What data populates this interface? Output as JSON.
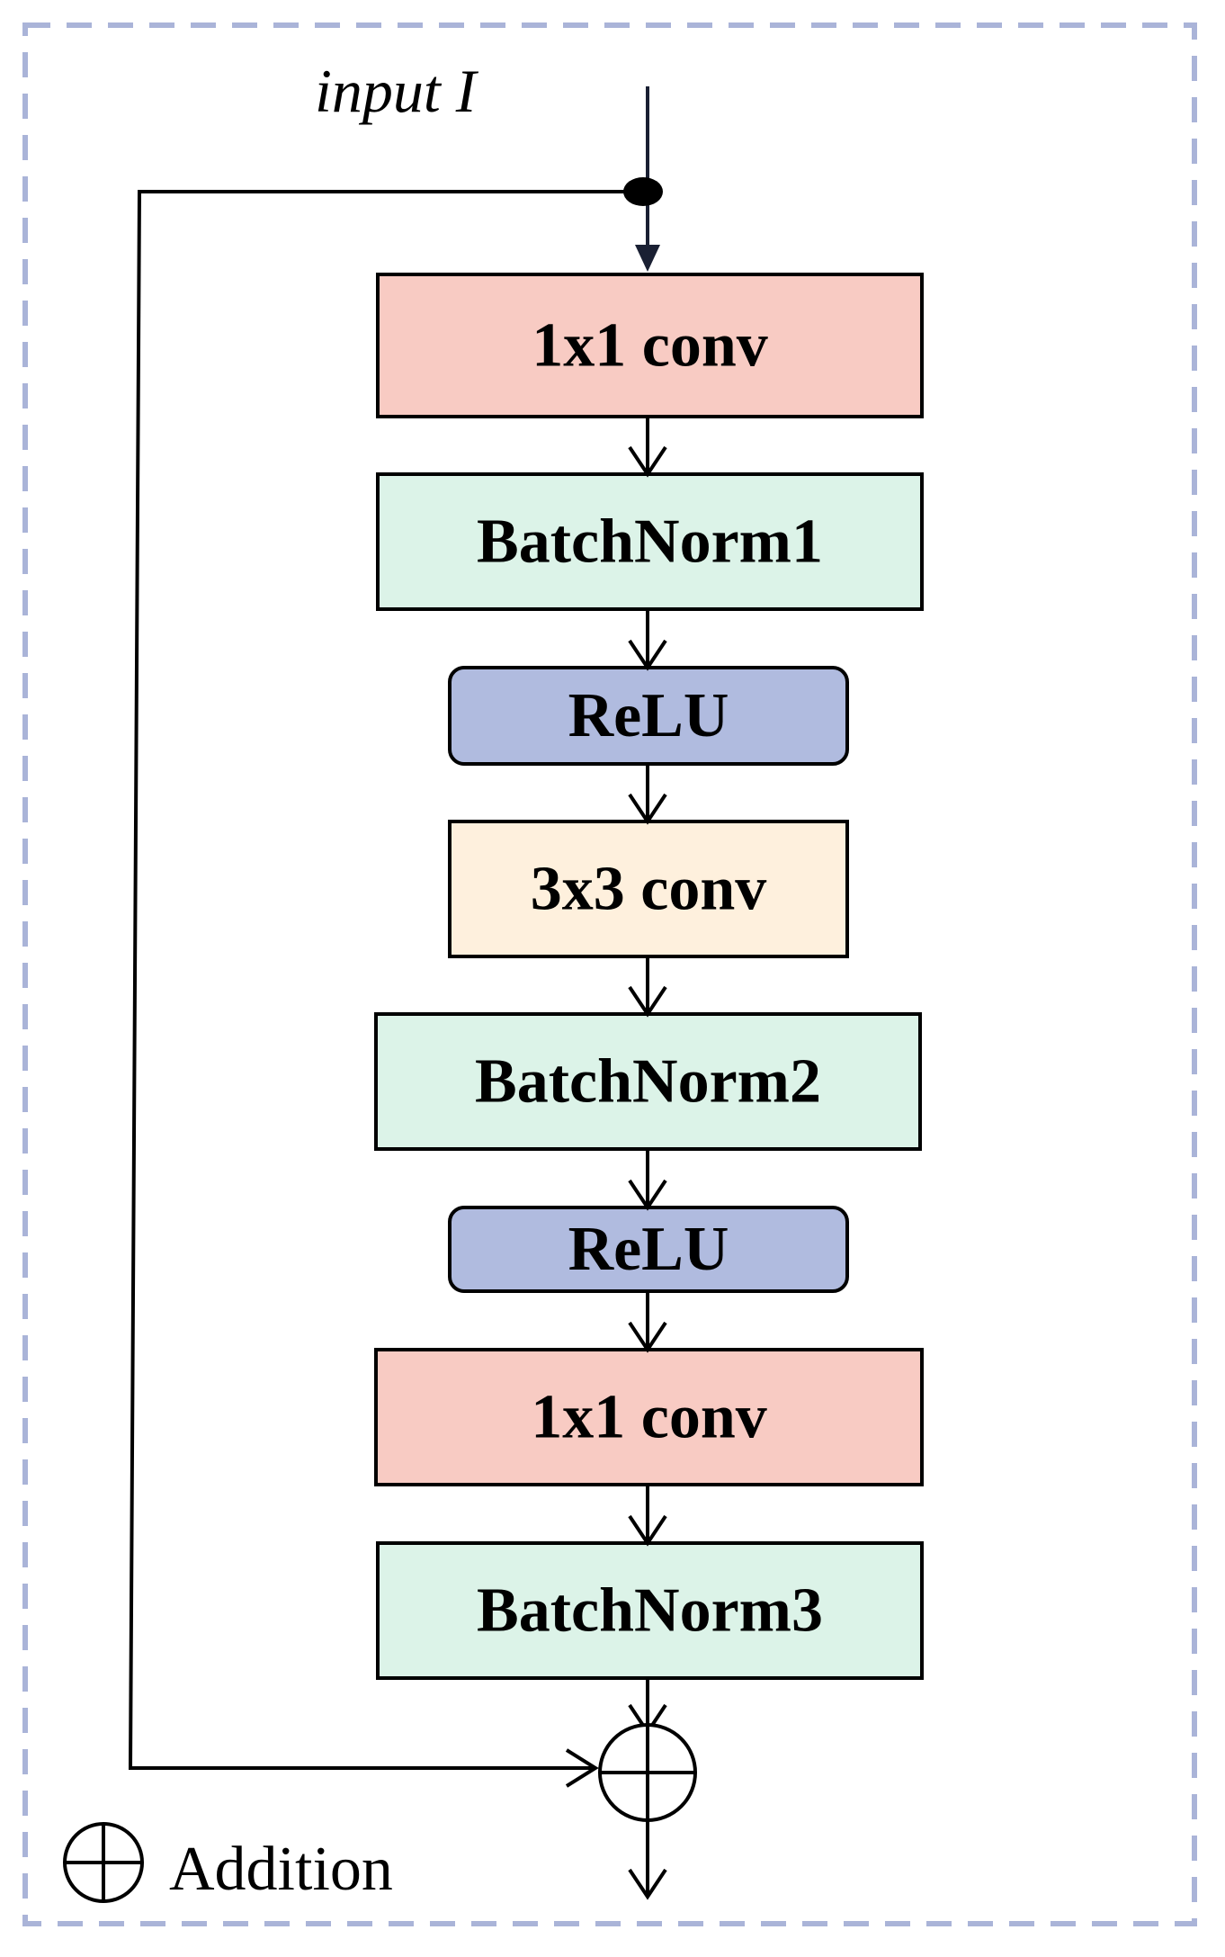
{
  "diagram": {
    "input_label": "input I",
    "legend_label": "Addition",
    "blocks": [
      {
        "label": "1x1 conv",
        "color": "#f8cbc3",
        "shape": "rect"
      },
      {
        "label": "BatchNorm1",
        "color": "#dcf3e8",
        "shape": "rect"
      },
      {
        "label": "ReLU",
        "color": "#b0bbdf",
        "shape": "rounded"
      },
      {
        "label": "3x3 conv",
        "color": "#fef0dd",
        "shape": "rect"
      },
      {
        "label": "BatchNorm2",
        "color": "#dcf3e8",
        "shape": "rect"
      },
      {
        "label": "ReLU",
        "color": "#b0bbdf",
        "shape": "rounded"
      },
      {
        "label": "1x1 conv",
        "color": "#f8cbc3",
        "shape": "rect"
      },
      {
        "label": "BatchNorm3",
        "color": "#dcf3e8",
        "shape": "rect"
      }
    ],
    "frame_color": "#aab4d8",
    "line_color": "#000000",
    "input_arrow_color": "#1a2033"
  }
}
